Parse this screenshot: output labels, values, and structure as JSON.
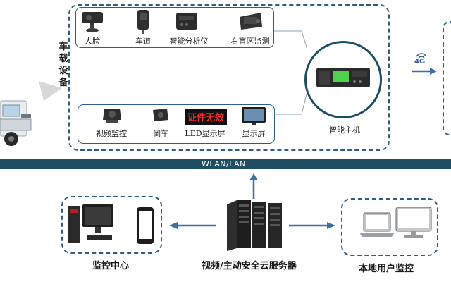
{
  "vehicle_section": {
    "title_chars": [
      "车",
      "载",
      "设",
      "备"
    ],
    "top_devices": [
      "人脸",
      "车道",
      "智能分析仪",
      "右盲区监测"
    ],
    "bottom_devices": [
      "视频监控",
      "倒车",
      "LED显示屏",
      "显示屏"
    ],
    "led_text": "证件无效",
    "host_label": "智能主机"
  },
  "network": {
    "signal_label": "4G",
    "bar_label": "WLAN/LAN"
  },
  "bottom_section": {
    "monitor_center_label": "监控中心",
    "server_label": "视频/主动安全云服务器",
    "local_user_label": "本地用户监控"
  },
  "colors": {
    "accent": "#2f5c86",
    "bar": "#1f4e63",
    "arrow": "#3b6fa6"
  }
}
